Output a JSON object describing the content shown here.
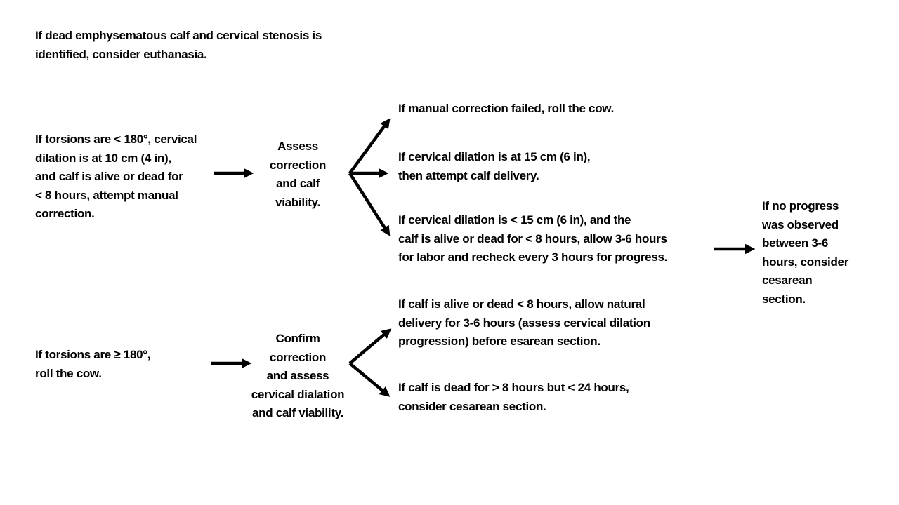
{
  "diagram": {
    "top_note": "If dead emphysematous calf and cervical stenosis is\nidentified, consider euthanasia.",
    "path_a": {
      "condition": "If torsions are < 180°, cervical\ndilation is at 10 cm (4 in),\nand calf is alive or dead for\n< 8 hours, attempt manual\ncorrection.",
      "node": "Assess\ncorrection\nand calf\nviability.",
      "branches": [
        "If manual correction failed, roll the cow.",
        "If cervical dilation is at 15 cm (6 in),\nthen attempt calf delivery.",
        "If cervical dilation is < 15 cm (6 in), and the\ncalf is alive or dead for < 8 hours, allow 3-6 hours\nfor labor and recheck every 3 hours for progress."
      ],
      "outcome": "If no progress\nwas observed\nbetween 3-6\nhours, consider\ncesarean\nsection."
    },
    "path_b": {
      "condition": "If torsions are ≥ 180°,\nroll the cow.",
      "node": "Confirm\ncorrection\nand assess\ncervical dialation\nand calf viability.",
      "branches": [
        "If calf is alive or dead < 8 hours, allow natural\ndelivery for 3-6 hours (assess cervical dilation\nprogression) before esarean section.",
        "If calf is dead for > 8 hours but < 24 hours,\nconsider cesarean section."
      ]
    },
    "colors": {
      "text": "#000000",
      "background": "#ffffff",
      "arrow": "#000000"
    }
  }
}
